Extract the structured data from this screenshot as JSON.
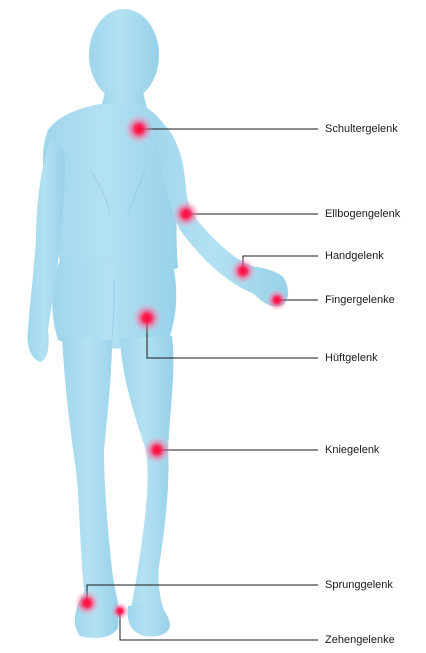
{
  "joints": [
    {
      "id": "schultergelenk",
      "label": "Schultergelenk"
    },
    {
      "id": "ellbogengelenk",
      "label": "Ellbogengelenk"
    },
    {
      "id": "handgelenk",
      "label": "Handgelenk"
    },
    {
      "id": "fingergelenke",
      "label": "Fingergelenke"
    },
    {
      "id": "hueftgelenk",
      "label": "Hüftgelenk"
    },
    {
      "id": "kniegelenk",
      "label": "Kniegelenk"
    },
    {
      "id": "sprunggelenk",
      "label": "Sprunggelenk"
    },
    {
      "id": "zehengelenke",
      "label": "Zehengelenke"
    }
  ],
  "colors": {
    "body": "#a9dcef",
    "body_shade": "#8fcde6",
    "hotspot": "#e8003a",
    "leader_line": "#1a1a1a"
  }
}
